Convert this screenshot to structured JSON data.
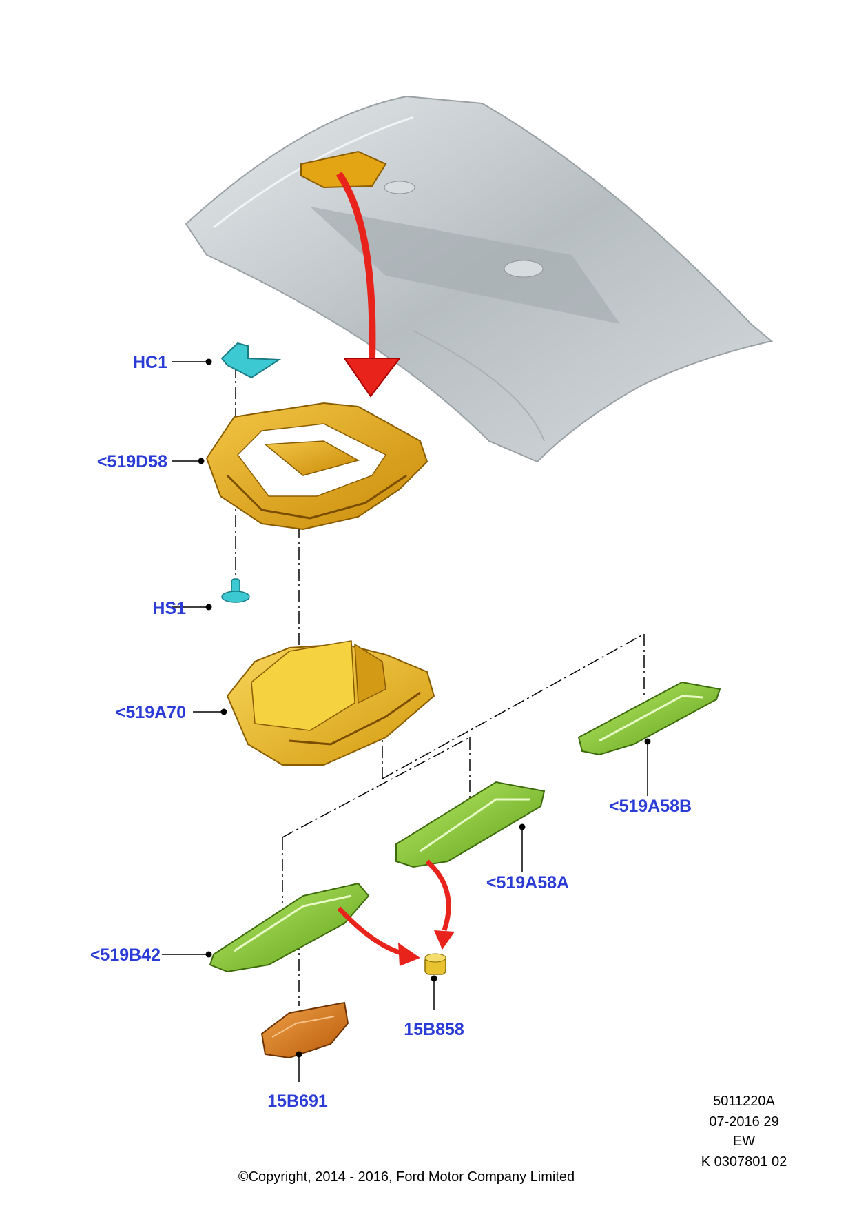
{
  "callouts": {
    "hc1": "HC1",
    "d58": "<519D58",
    "hs1": "HS1",
    "a70": "<519A70",
    "a58b": "<519A58B",
    "a58a": "<519A58A",
    "b42": "<519B42",
    "b858": "15B858",
    "b691": "15B691"
  },
  "meta": {
    "doc_number": "5011220A",
    "date_code": "07-2016 29",
    "region_code": "EW",
    "ref_code": "K 0307801 02"
  },
  "copyright": "©Copyright, 2014 - 2016, Ford Motor Company Limited",
  "colors": {
    "callout_text": "#2b3bd6",
    "arrow": "#e8231c",
    "headliner": "#c9cfd3",
    "console_frame": "#e3a514",
    "console_housing": "#e9b91a",
    "lamp_green": "#8cd32c",
    "clip_cyan": "#3cc9d2",
    "module_orange": "#e07a18",
    "bulb_yellow": "#e8c230"
  }
}
